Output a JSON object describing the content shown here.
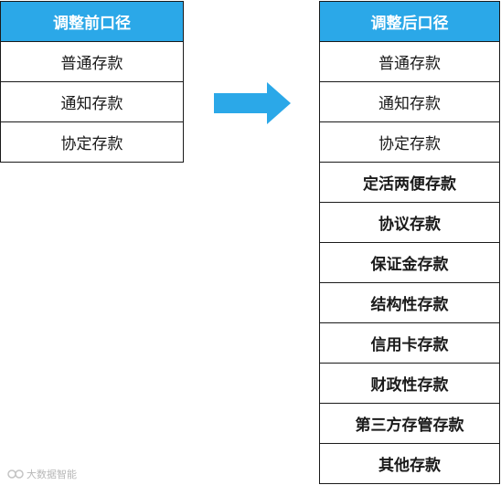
{
  "left_table": {
    "header": "调整前口径",
    "rows": [
      "普通存款",
      "通知存款",
      "协定存款"
    ]
  },
  "right_table": {
    "header": "调整后口径",
    "rows": [
      "普通存款",
      "通知存款",
      "协定存款"
    ],
    "new_rows": [
      "定活两便存款",
      "协议存款",
      "保证金存款",
      "结构性存款",
      "信用卡存款",
      "财政性存款",
      "第三方存管存款",
      "其他存款"
    ]
  },
  "colors": {
    "header_bg": "#2ba8e8",
    "arrow": "#2ba8e8",
    "border": "#1a1a1a"
  },
  "arrow_icon": "arrow-right-icon",
  "watermark": {
    "text": "大数据智能"
  }
}
